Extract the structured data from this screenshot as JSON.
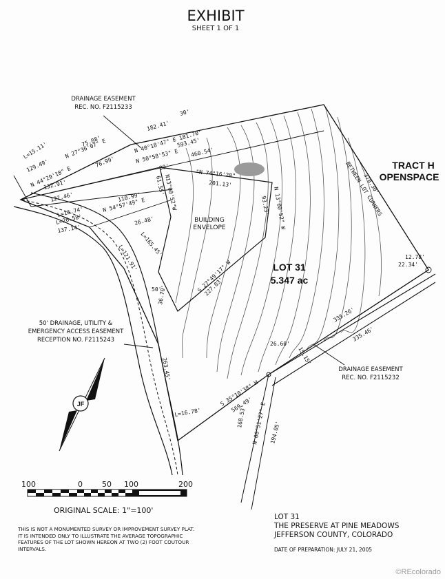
{
  "header": {
    "title": "EXHIBIT",
    "sheet": "SHEET 1 OF 1"
  },
  "tract": {
    "line1": "TRACT H",
    "line2": "OPENSPACE"
  },
  "lot": {
    "name": "LOT 31",
    "area": "5.347 ac"
  },
  "building": {
    "line1": "BUILDING",
    "line2": "ENVELOPE"
  },
  "easements": {
    "drainage_top_1": "DRAINAGE EASEMENT",
    "drainage_top_2": "REC. NO. F2115233",
    "utility_1": "50' DRAINAGE, UTILITY &",
    "utility_2": "EMERGENCY ACCESS EASEMENT",
    "utility_3": "RECEPTION NO. F2115243",
    "drainage_bottom_1": "DRAINAGE EASEMENT",
    "drainage_bottom_2": "REC. NO. F2115232"
  },
  "labels": {
    "l1511": "L=15.11'",
    "d12949": "129.49'",
    "b442918": "N 44°29'18\" E",
    "d7588": "75.88'",
    "b273607": "N 27°36'07\" E",
    "d7699": "76.99'",
    "d18241": "182.41'",
    "d30a": "30'",
    "b401847": "N 40°18'47\" E 181.70'",
    "d59345": "593.45'",
    "b505853": "N 50°58'53\" E",
    "d46054": "460.54'",
    "d13291": "132.91'",
    "d30b": "30'",
    "b741620": "\"N 74°16'20\"",
    "d20113": "201.13'",
    "b130052a": "N13°00'52\"W",
    "d6155": "61.55'",
    "d12746": "127.46'",
    "d11099": "110.99'",
    "b545749": "N 54°57'49\" E",
    "l1674": "L=16.74'",
    "l2658": "L=26.58'",
    "d2648": "26.48'",
    "d13714": "137.14'",
    "l16545": "L=165.45'",
    "l12191": "L=121.91'",
    "d50": "50'",
    "d3670": "36.70'",
    "b130052b": "N 13°00'52\" W",
    "d9323": "93.23'",
    "b274917": "S 27°49'17\" W",
    "d22783": "227.83'",
    "between": "BETWEEN LOT CORNERS",
    "d37830": "378.30'",
    "d1278": "12.78'",
    "d2234": "22.34'",
    "d33526": "335.26'",
    "d33546": "335.46'",
    "d2660": "26.60'",
    "d1515": "15.15'",
    "d26345": "263.45'",
    "b351038": "S 35°10'38\" W",
    "d56949": "569.49'",
    "d16853": "168.53'",
    "b005127": "N 00°51'27\" E",
    "d19405": "194.05'",
    "l1678": "L=16.78'"
  },
  "scale": {
    "n100left": "100",
    "n0": "0",
    "n50": "50",
    "n100": "100",
    "n200": "200",
    "caption": "ORIGINAL SCALE:  1\"=100'"
  },
  "notes": [
    "THIS IS NOT A MONUMENTED SURVEY OR IMPROVEMENT SURVEY PLAT.",
    "IT IS INTENDED ONLY TO ILLUSTRATE THE AVERAGE TOPOGRAPHIC",
    "FEATURES OF THE LOT SHOWN HEREON AT TWO (2) FOOT COUTOUR",
    "INTERVALS."
  ],
  "legend": {
    "line1": "LOT 31",
    "line2": "THE PRESERVE AT PINE MEADOWS",
    "line3": "JEFFERSON COUNTY, COLORADO",
    "prep": "DATE OF PREPARATION:  JULY 21, 2005"
  },
  "credit": "©REcolorado",
  "colors": {
    "ink": "#111111",
    "paper": "#fdfdfd",
    "credit": "#9a9a9a"
  }
}
